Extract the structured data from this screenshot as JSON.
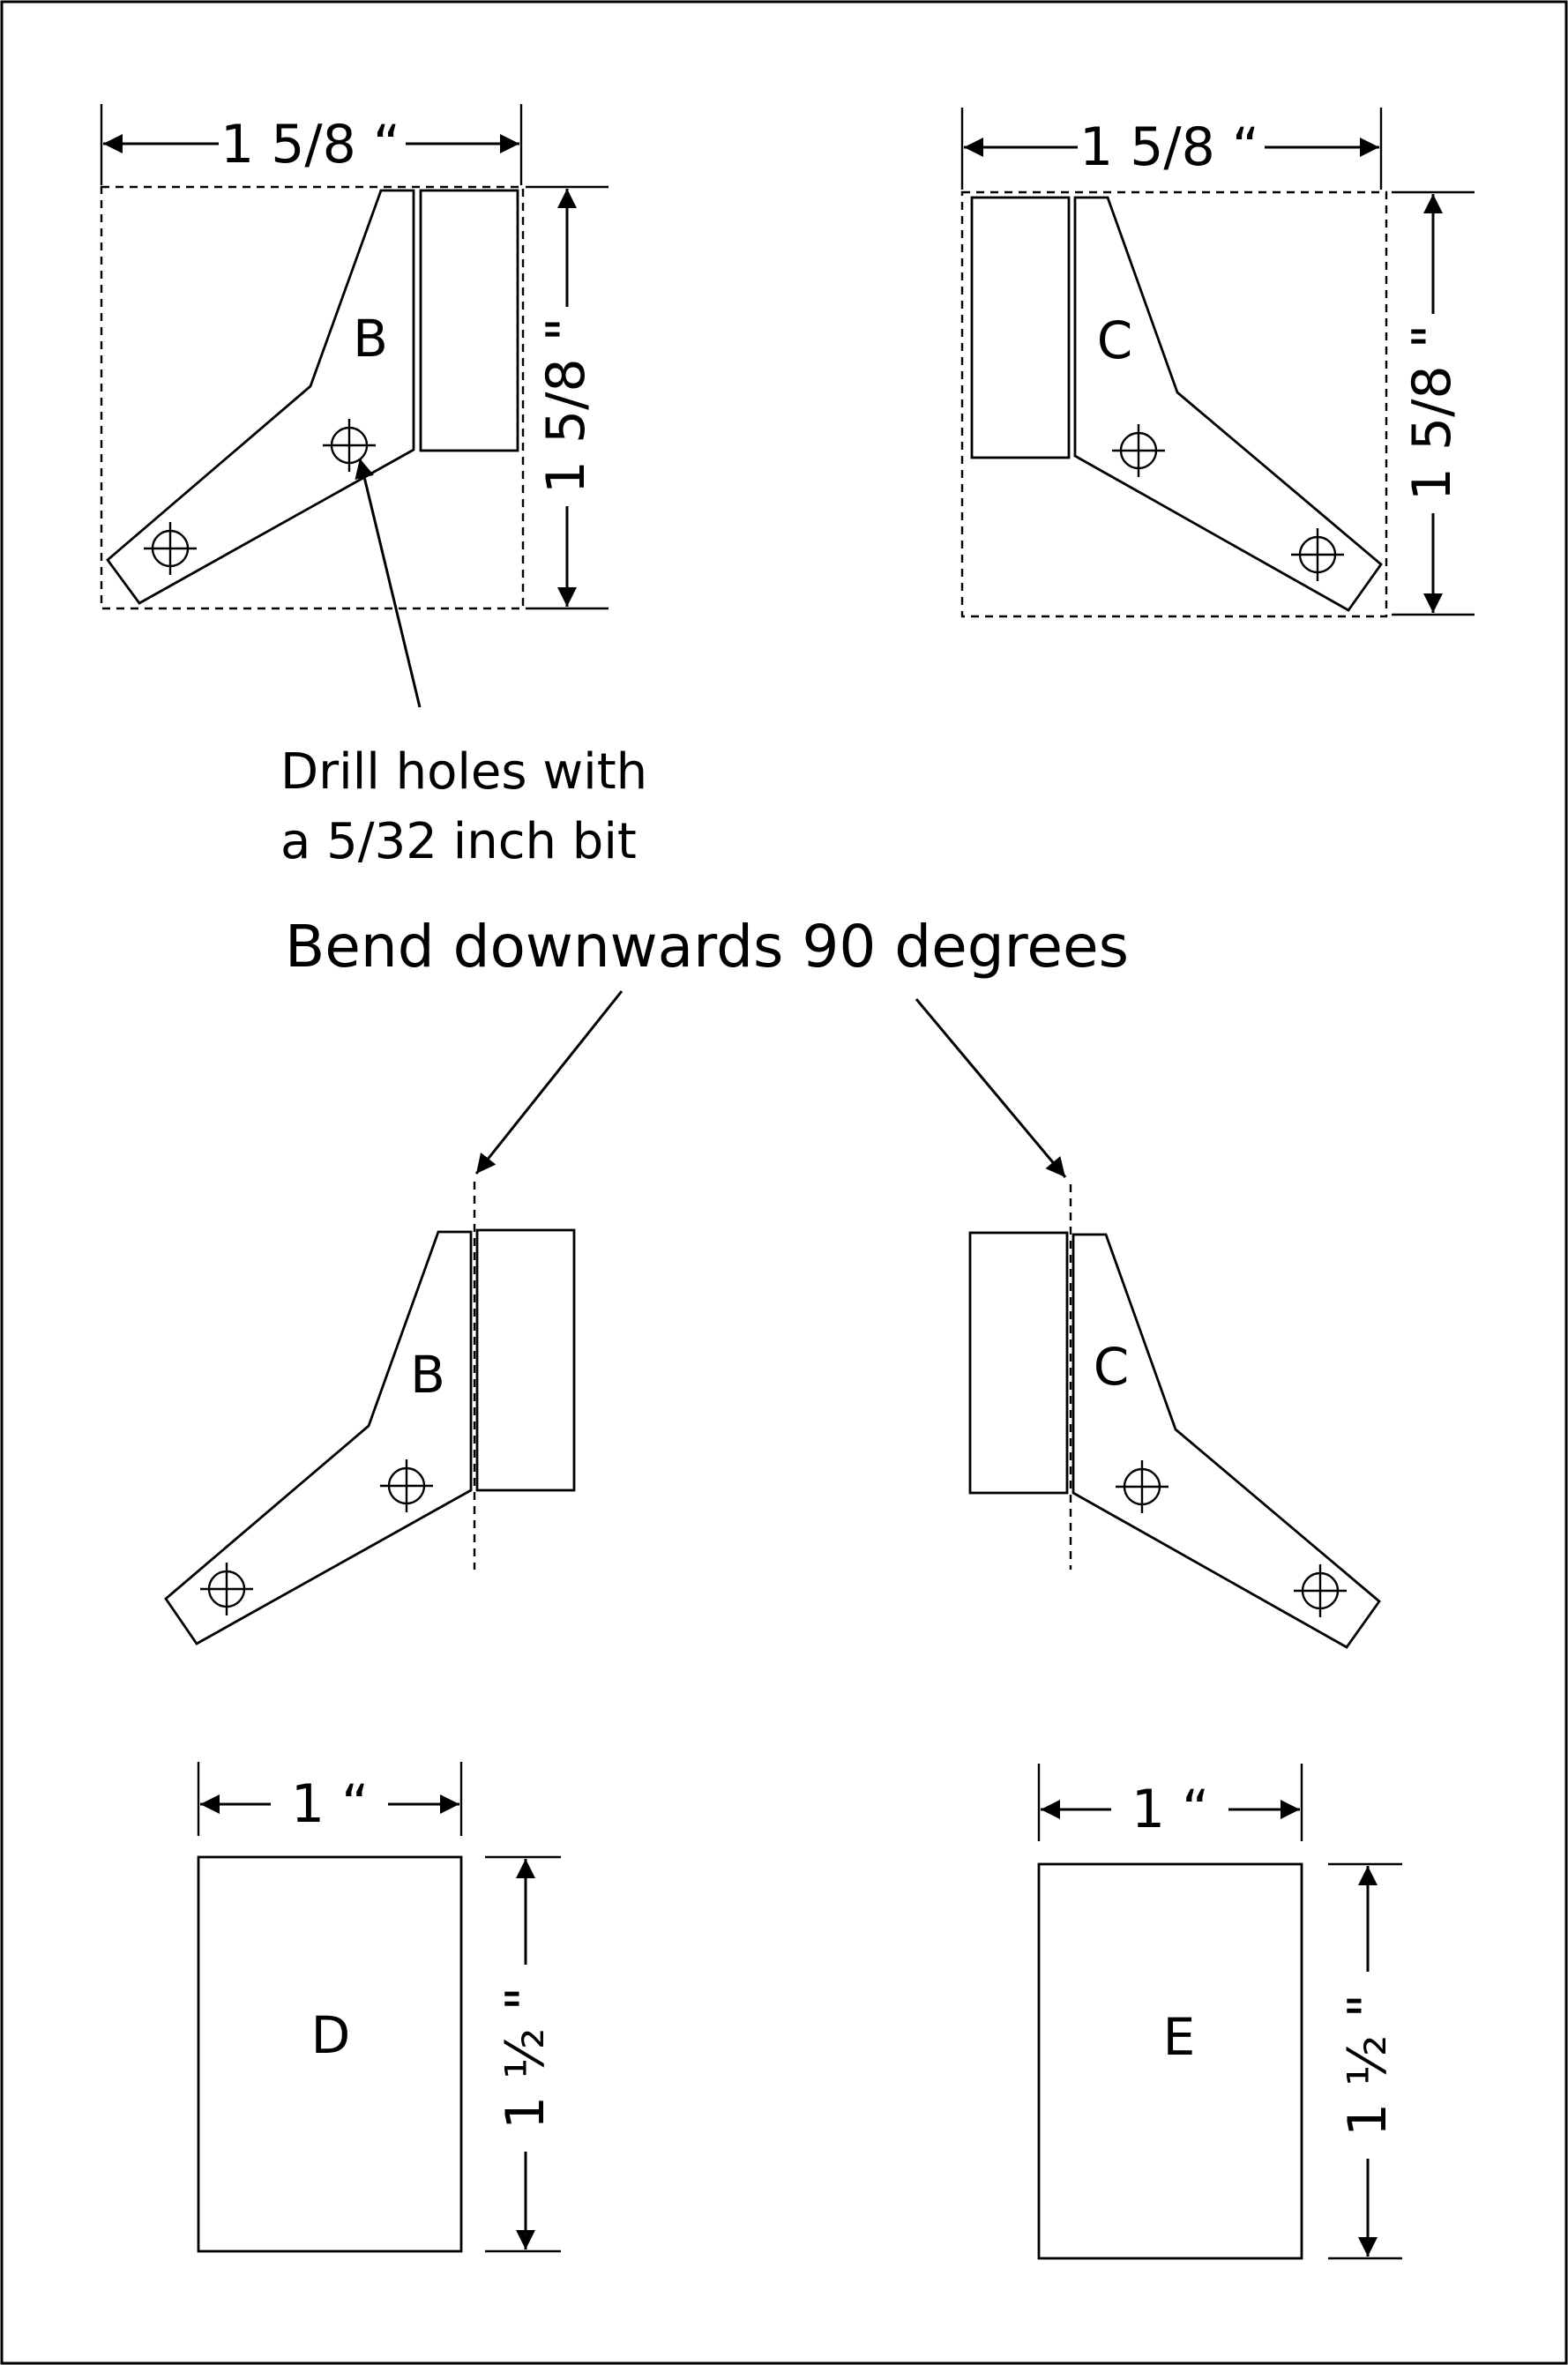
{
  "colors": {
    "ink": "#000000",
    "paper": "#ffffff"
  },
  "dims": {
    "b_width": "1 5/8 “",
    "b_height": "1 5/8 \"",
    "c_width": "1 5/8 “",
    "c_height": "1 5/8 \"",
    "d_width": "1 “",
    "d_height": "1 ½ \"",
    "e_width": "1 “",
    "e_height": "1 ½ \""
  },
  "parts": {
    "b_top": "B",
    "c_top": "C",
    "b_bent": "B",
    "c_bent": "C",
    "d": "D",
    "e": "E"
  },
  "notes": {
    "drill_line1": "Drill holes with",
    "drill_line2": "a 5/32 inch bit",
    "bend": "Bend downwards 90 degrees"
  }
}
